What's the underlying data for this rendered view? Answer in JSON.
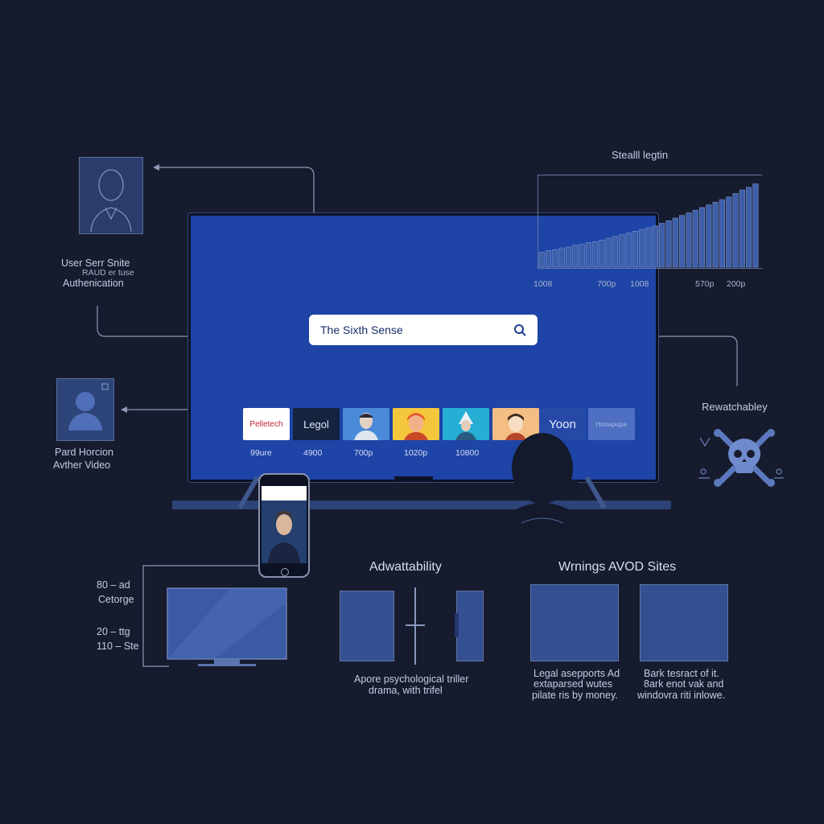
{
  "search": {
    "query": "The Sixth Sense"
  },
  "tiles": [
    {
      "text": "Pelletech"
    },
    {
      "text": "Legol"
    },
    {
      "text": ""
    },
    {
      "text": ""
    },
    {
      "text": ""
    },
    {
      "text": ""
    },
    {
      "text": "Yoon"
    },
    {
      "text": "Hosapupe"
    }
  ],
  "tile_labels": [
    "99ure",
    "4900",
    "700p",
    "1020p",
    "10800"
  ],
  "left": {
    "auth_label_1": "User Serr Snite",
    "auth_label_2": "RAUD er tuse",
    "auth_label_3": "Authenication",
    "video_label_1": "Pard Horcion",
    "video_label_2": "Avther Video"
  },
  "chart": {
    "title": "Stealll legtin",
    "ticks": [
      "1008",
      "700p",
      "1008",
      "570p",
      "200p"
    ]
  },
  "chart_data": {
    "type": "bar",
    "title": "Stealll legtin",
    "xlabel": "",
    "ylabel": "",
    "x_tick_labels": [
      "1008",
      "700p",
      "1008",
      "570p",
      "200p"
    ],
    "values": [
      17,
      19,
      20,
      22,
      23,
      25,
      26,
      28,
      29,
      31,
      33,
      35,
      37,
      39,
      41,
      43,
      45,
      47,
      50,
      53,
      56,
      59,
      62,
      65,
      68,
      71,
      74,
      77,
      80,
      84,
      88,
      91,
      95
    ],
    "ylim": [
      0,
      100
    ],
    "grid": false
  },
  "right": {
    "rewatch_label": "Rewatchabley"
  },
  "bottom_left": {
    "line1": "80 – ad",
    "line2": "Cetorge",
    "line3": "20 – ttg",
    "line4": "110 – Ste"
  },
  "availability": {
    "title": "Adwattability",
    "caption_1": "Apore psychological triller",
    "caption_2": "drama, with trifel"
  },
  "warnings": {
    "title": "Wrnings AVOD Sites",
    "left_1": "Legal asepports Ad",
    "left_2": "extaparsed wutes",
    "left_3": "pilate ris by money.",
    "right_1": "Bark tesract of it.",
    "right_2": "8ark enot vak and",
    "right_3": "windovra riti inlowe."
  },
  "colors": {
    "background": "#161b2e",
    "tv_screen": "#1d44a6",
    "accent": "#3b5aa3"
  },
  "icons": [
    "user-silhouette-icon",
    "user-avatar-icon",
    "search-icon",
    "skull-crossbones-icon",
    "viewer-silhouette-icon"
  ]
}
